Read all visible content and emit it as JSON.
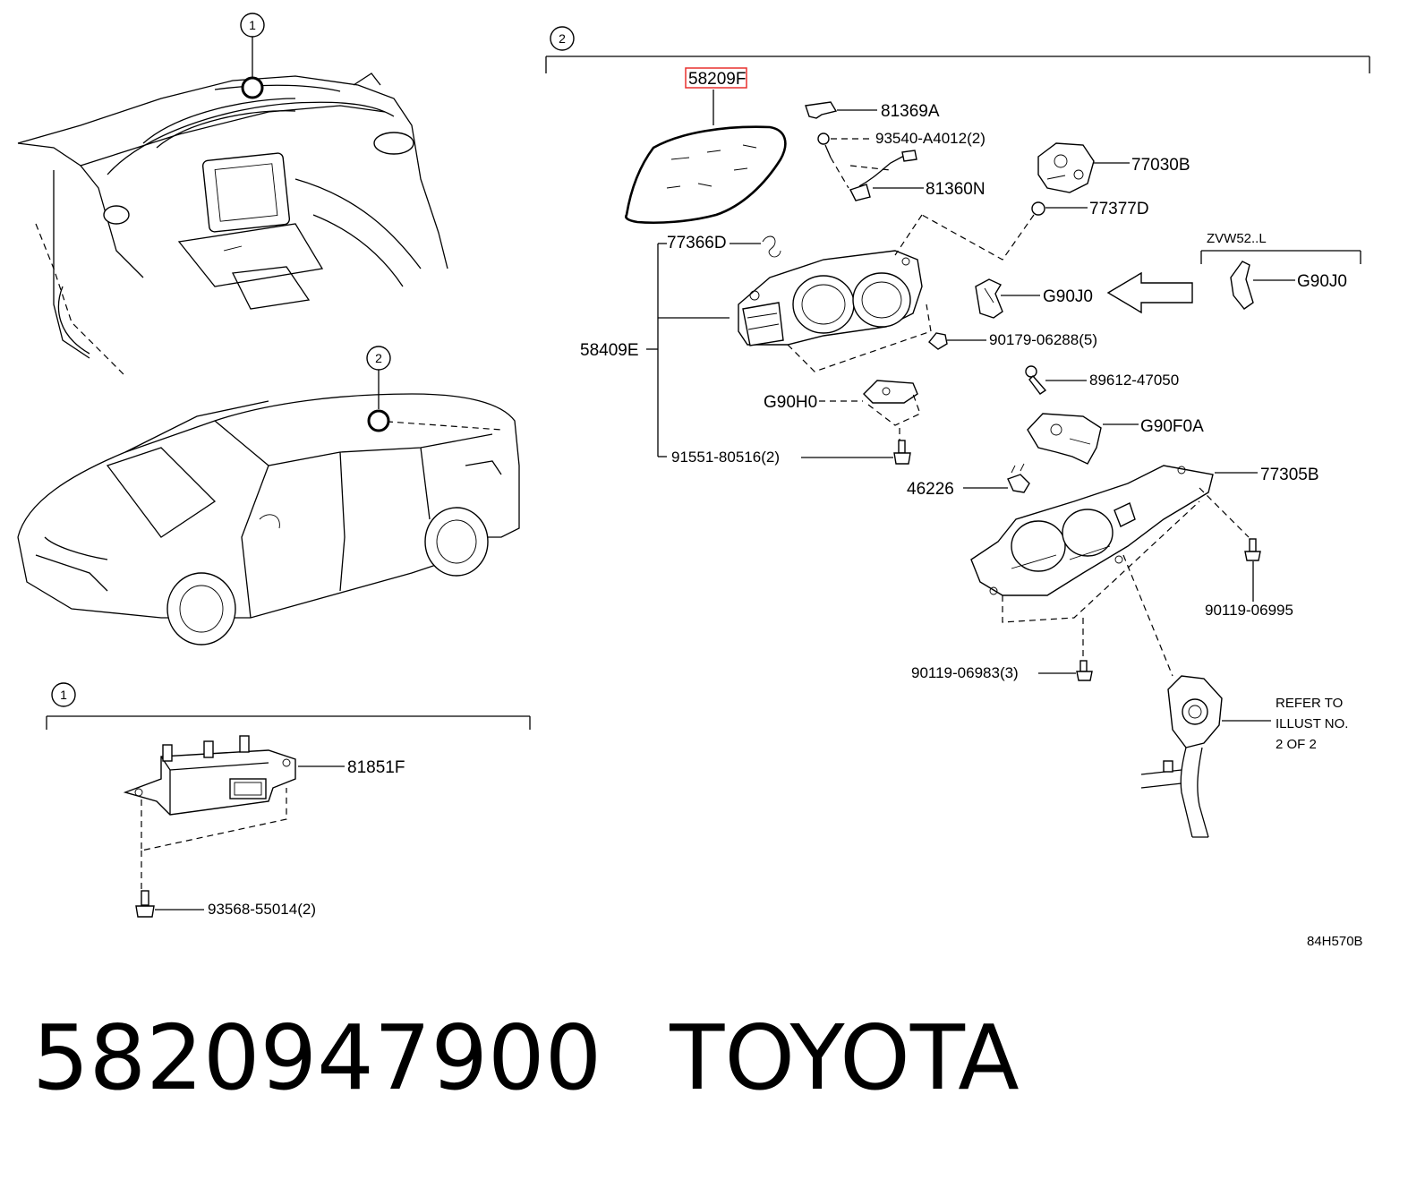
{
  "callouts": {
    "dash_ref_top": "1",
    "car_ref": "2",
    "section_2": "2",
    "section_1": "1"
  },
  "labels": {
    "p58209F": "58209F",
    "p81369A": "81369A",
    "p93540": "93540-A4012(2)",
    "p81360N": "81360N",
    "p77030B": "77030B",
    "p77377D": "77377D",
    "p77366D": "77366D",
    "zvw": "ZVW52..L",
    "g90j0_main": "G90J0",
    "g90j0_alt": "G90J0",
    "p58409E": "58409E",
    "p90179": "90179-06288(5)",
    "p89612": "89612-47050",
    "g90h0": "G90H0",
    "g90f0a": "G90F0A",
    "p91551": "91551-80516(2)",
    "p46226": "46226",
    "p77305B": "77305B",
    "p90119_06995": "90119-06995",
    "p90119_06983": "90119-06983(3)",
    "refer_line1": "REFER TO",
    "refer_line2": "ILLUST NO.",
    "refer_line3": "2 OF 2",
    "p81851F": "81851F",
    "p93568": "93568-55014(2)",
    "illust_id": "84H570B"
  },
  "highlight_color": "#e8302e",
  "footer": {
    "part_number": "5820947900",
    "brand": "TOYOTA"
  }
}
